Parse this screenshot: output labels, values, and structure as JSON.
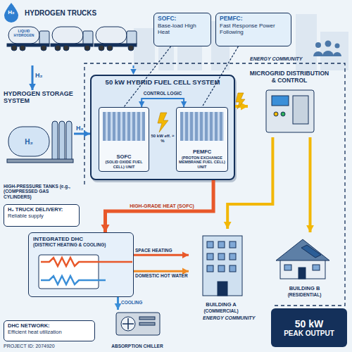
{
  "diagram": {
    "nodes": [
      {
        "text": [
          "HYDROGEN TRUCKS"
        ]
      },
      {
        "text": [
          "SOFC:",
          "Base-load High Heat"
        ]
      },
      {
        "text": [
          "PEMFC:",
          "Fast Response Power Following"
        ]
      },
      {
        "text": [
          "50 kW HYBRID FUEL CELL SYSTEM"
        ]
      },
      {
        "text": [
          "SOFC",
          "(SOLID OXIDE FUEL CELL) UNIT"
        ],
        "in": 3
      },
      {
        "text": [
          "PEMFC",
          "(PROTON EXCHANGE MEMBRANE FUEL CELL) UNIT"
        ],
        "in": 3
      },
      {
        "text": [
          "HYDROGEN STORAGE SYSTEM",
          "HIGH-PRESSURE TANKS (e.g., (COMPRESSED GAS CYLINDERS)"
        ]
      },
      {
        "text": [
          "MICROGRID DISTRIBUTION & CONTROL"
        ]
      },
      {
        "text": [
          "H₂ TRUCK DELIVERY:",
          "Reliable supply"
        ]
      },
      {
        "text": [
          "INTEGRATED DHC",
          "(DISTRICT HEATING & COOLING)"
        ]
      },
      {
        "text": [
          "ABSORPTION CHILLER"
        ]
      },
      {
        "text": [
          "BUILDING A",
          "(COMMERCIAL)"
        ]
      },
      {
        "text": [
          "BUILDING B",
          "(RESIDENTIAL)"
        ]
      },
      {
        "text": [
          "DHC NETWORK:",
          "Efficient heat utilization"
        ]
      },
      {
        "text": [
          "50 kW",
          "PEAK OUTPUT"
        ]
      }
    ],
    "edges": [
      {
        "from": 0,
        "to": 6,
        "label": "H₂",
        "arrow": "to"
      },
      {
        "from": 0,
        "to": 3,
        "arrow": "to"
      },
      {
        "from": 1,
        "to": 4,
        "arrow": "none"
      },
      {
        "from": 2,
        "to": 5,
        "arrow": "none"
      },
      {
        "from": 4,
        "to": 5,
        "label": "CONTROL LOGIC",
        "arrow": "both"
      },
      {
        "from": 6,
        "to": 3,
        "label": "H₂",
        "arrow": "to"
      },
      {
        "from": 3,
        "to": 7,
        "arrow": "to"
      },
      {
        "from": 3,
        "to": 9,
        "label": "HIGH-GRADE HEAT (SOFC)",
        "arrow": "to"
      },
      {
        "from": 9,
        "to": 11,
        "label": "SPACE HEATING",
        "arrow": "to"
      },
      {
        "from": 9,
        "to": 11,
        "label": "DOMESTIC HOT WATER",
        "arrow": "to"
      },
      {
        "from": 9,
        "to": 10,
        "label": "COOLING",
        "arrow": "to"
      },
      {
        "from": 7,
        "to": 11,
        "arrow": "to"
      },
      {
        "from": 7,
        "to": 12,
        "arrow": "to"
      }
    ],
    "labels": [
      "H₂",
      "LIQUID HYDROGEN",
      "H₂",
      "ENERGY COMMUNITY",
      "ENERGY COMMUNITY",
      "50 kW eff. ≈ %",
      "PROJECT ID: 2074920"
    ]
  }
}
